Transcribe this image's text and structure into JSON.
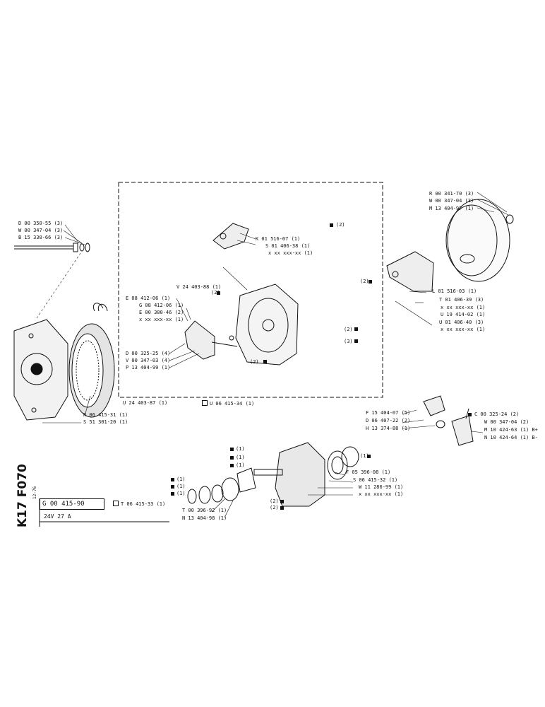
{
  "sheet": {
    "code": "K17 F070",
    "date": "12-76",
    "part_number": "G 00 415-90",
    "description": "24V  27 A",
    "kit_ref": "T 06 415-33 (1)"
  },
  "labels": {
    "d_00_350_55": "D 00 350-55 (3)",
    "w_00_347_04_left": "W 00 347-04 (3)",
    "b_15_330_66": "B 15 330-66 (3)",
    "r_06_415_31": "R 06 415-31 (1)",
    "s_51_301_20": "S 51 301-20 (1)",
    "k_01_516_07": "K 01 516-07 (1)",
    "s_01_406_38": "S 01 406-38 (1)",
    "x_xx_1": "x xx xxx-xx (1)",
    "sq2_top": "(2)",
    "v_24_403_88": "V 24 403-88 (1)",
    "e_08_412_06": "E 08 412-06 (1)",
    "g_08_412_06": "G 08 412-06 (1)",
    "e_00_380_46": "E 00 380-46 (2)",
    "x_xx_2": "x xx xxx-xx (1)",
    "sq2_mid": "(2)",
    "d_00_325_25": "D 00 325-25 (4)",
    "v_00_347_03": "V 00 347-03 (4)",
    "p_13_404_99": "P 13 404-99 (1)",
    "sq2_bot": "(2)",
    "sq2_right": "(2)",
    "sq3_right": "(3)",
    "sq2_conn": "(2)",
    "u_24_403_87": "U 24 403-87 (1)",
    "u_06_415_34": "U 06 415-34 (1)",
    "r_00_341_70": "R 00 341-70 (3)",
    "w_00_347_04_right": "W 00 347-04 (3)",
    "m_13_404_97": "M 13 404-97 (1)",
    "l_01_516_03": "L 01 516-03 (1)",
    "t_01_406_39": "T 01 406-39 (3)",
    "x_xx_3": "x xx xxx-xx (1)",
    "u_19_414_02": "U 19 414-02 (1)",
    "u_01_406_40": "U 01 406-40 (3)",
    "x_xx_4": "x xx xxx-xx (1)",
    "f_15_404_07": "F 15 404-07 (5)",
    "d_06_407_22": "D 06 407-22 (2)",
    "h_13_374_88": "H 13 374-88 (1)",
    "c_00_325_24": "C 00 325-24 (2)",
    "w_00_347_04_c": "W 00 347-04 (2)",
    "m_10_424_63": "M 10 424-63 (1) B+",
    "n_10_424_64": "N 10 424-64 (1) B-",
    "q1_a": "(1)",
    "q1_b": "(1)",
    "q1_c": "(1)",
    "q1_d": "(1)",
    "f_05_396_08": "F 05 396-08 (1)",
    "s_06_415_32": "S 06 415-32 (1)",
    "w_11_286_99": "W 11 286-99 (1)",
    "x_xx_5": "x xx xxx-xx (1)",
    "q1_l1": "(1)",
    "q1_l2": "(1)",
    "q1_l3": "(1)",
    "q2_a": "(2)",
    "q2_b": "(2)",
    "t_00_396_92": "T 00 396-92 (1)",
    "n_13_404_98": "N 13 404-98 (1)"
  }
}
